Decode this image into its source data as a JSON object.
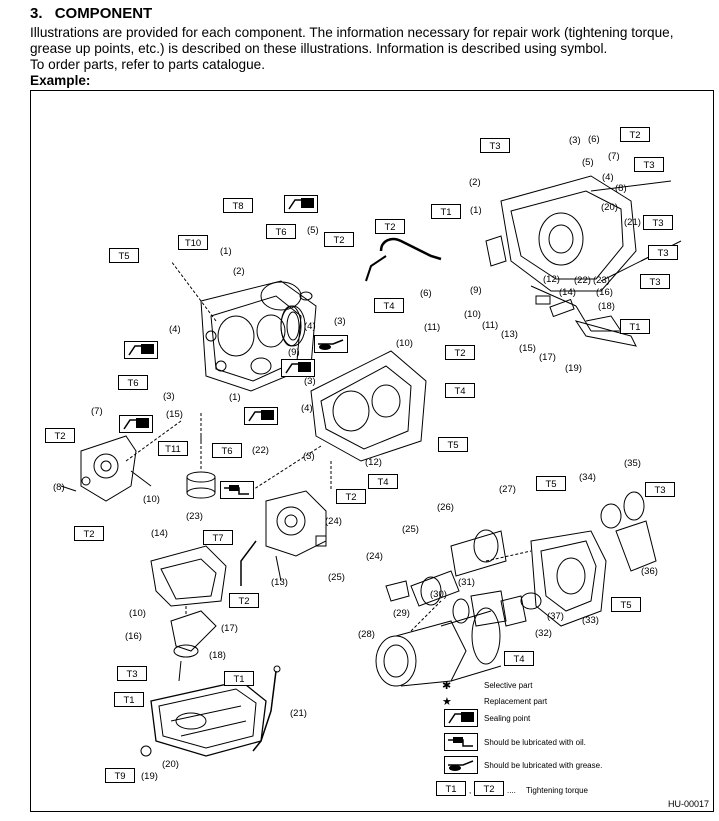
{
  "section": {
    "number": "3.",
    "title": "COMPONENT"
  },
  "intro": {
    "line1": "Illustrations are provided for each component. The information necessary for repair work (tightening torque,",
    "line2": "grease up points, etc.) is described on these illustrations. Information is described using symbol.",
    "line3": "To order parts, refer to parts catalogue."
  },
  "example_label": "Example:",
  "torque_labels": [
    "T3",
    "T2",
    "T3",
    "T1",
    "T3",
    "T3",
    "T3",
    "T1",
    "T8",
    "T10",
    "T6",
    "T2",
    "T5",
    "T2",
    "T4",
    "T2",
    "T6",
    "T4",
    "T5",
    "T11",
    "T6",
    "T2",
    "T2",
    "T4",
    "T2",
    "T7",
    "T5",
    "T3",
    "T5",
    "T2",
    "T4",
    "T3",
    "T1",
    "T1",
    "T9"
  ],
  "callouts": [
    "(3)",
    "(6)",
    "(7)",
    "(5)",
    "(4)",
    "(8)",
    "(2)",
    "(1)",
    "(20)",
    "(21)",
    "(22)",
    "(23)",
    "(9)",
    "(10)",
    "(11)",
    "(13)",
    "(12)",
    "(14)",
    "(16)",
    "(15)",
    "(18)",
    "(17)",
    "(19)",
    "(1)",
    "(2)",
    "(5)",
    "(4)",
    "(3)",
    "(9)",
    "(6)",
    "(4)",
    "(10)",
    "(11)",
    "(3)",
    "(1)",
    "(4)",
    "(3)",
    "(15)",
    "(7)",
    "(8)",
    "(10)",
    "(22)",
    "(24)",
    "(12)",
    "(3)",
    "(23)",
    "(14)",
    "(13)",
    "(25)",
    "(27)",
    "(26)",
    "(25)",
    "(24)",
    "(34)",
    "(35)",
    "(36)",
    "(37)",
    "(33)",
    "(32)",
    "(31)",
    "(30)",
    "(29)",
    "(28)",
    "(10)",
    "(16)",
    "(17)",
    "(18)",
    "(21)",
    "(20)",
    "(19)"
  ],
  "legend": {
    "selective": "Selective part",
    "replacement": "Replacement part",
    "sealing": "Sealing point",
    "oil": "Should be lubricated with oil.",
    "grease": "Should be lubricated with grease.",
    "t1": "T1",
    "t2": "T2",
    "torque": "Tightening torque",
    "separator": ",",
    "dots": "...."
  },
  "legend_marks": {
    "asterisk": "✱",
    "star": "★"
  },
  "figure_code": "HU-00017"
}
